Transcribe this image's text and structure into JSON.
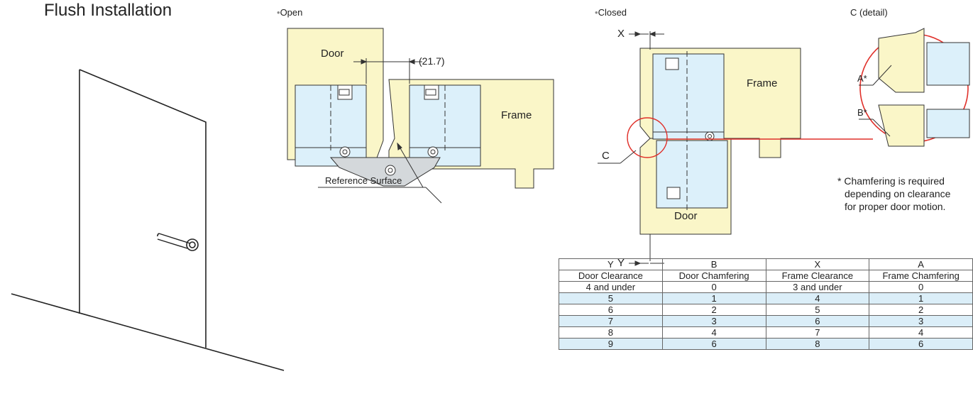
{
  "title": "Flush Installation",
  "open_view": {
    "heading": "Open",
    "door_label": "Door",
    "frame_label": "Frame",
    "dimension": "(21.7)",
    "reference_label": "Reference Surface"
  },
  "closed_view": {
    "heading": "Closed",
    "frame_label": "Frame",
    "door_label": "Door",
    "x_label": "X",
    "y_label": "Y",
    "c_label": "C"
  },
  "detail": {
    "heading": "C (detail)",
    "a_label": "A*",
    "b_label": "B*"
  },
  "note": {
    "line1": "* Chamfering is required",
    "line2": "depending on clearance",
    "line3": "for proper door motion."
  },
  "colors": {
    "yellow": "#faf6c8",
    "blue": "#dcf0fa",
    "gray": "#d4d8db",
    "red": "#e0302a"
  },
  "table": {
    "codes": [
      "Y",
      "B",
      "X",
      "A"
    ],
    "headers": [
      "Door Clearance",
      "Door Chamfering",
      "Frame Clearance",
      "Frame Chamfering"
    ],
    "rows": [
      [
        "4 and under",
        "0",
        "3 and under",
        "0"
      ],
      [
        "5",
        "1",
        "4",
        "1"
      ],
      [
        "6",
        "2",
        "5",
        "2"
      ],
      [
        "7",
        "3",
        "6",
        "3"
      ],
      [
        "8",
        "4",
        "7",
        "4"
      ],
      [
        "9",
        "6",
        "8",
        "6"
      ]
    ]
  }
}
